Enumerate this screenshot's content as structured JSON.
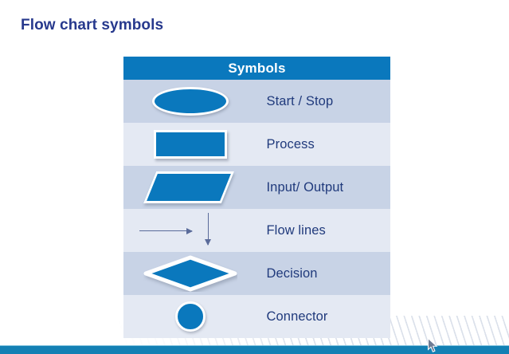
{
  "slide": {
    "title": "Flow chart symbols",
    "title_color": "#27398D",
    "background_color": "#FFFFFF",
    "accent_bar_color": "#1380B4"
  },
  "table": {
    "header": "Symbols",
    "header_bg": "#0A78BD",
    "header_text_color": "#FFFFFF",
    "row_bg_dark": "#C8D3E6",
    "row_bg_light": "#E4E9F3",
    "label_text_color": "#203A7C",
    "shape_fill": "#0A78BD",
    "shape_outline": "#FFFFFF",
    "rows": [
      {
        "shape": "oval-shape",
        "label": "Start / Stop"
      },
      {
        "shape": "rectangle-shape",
        "label": "Process"
      },
      {
        "shape": "parallelogram-shape",
        "label": "Input/ Output"
      },
      {
        "shape": "arrow-lines-shape",
        "label": "Flow lines"
      },
      {
        "shape": "diamond-shape",
        "label": "Decision"
      },
      {
        "shape": "circle-shape",
        "label": "Connector"
      }
    ]
  },
  "decoration": {
    "hatch_pattern": "diagonal-hatch-band",
    "hatch_color": "#BEC8DA"
  },
  "cursor": {
    "icon": "mouse-pointer-icon"
  }
}
